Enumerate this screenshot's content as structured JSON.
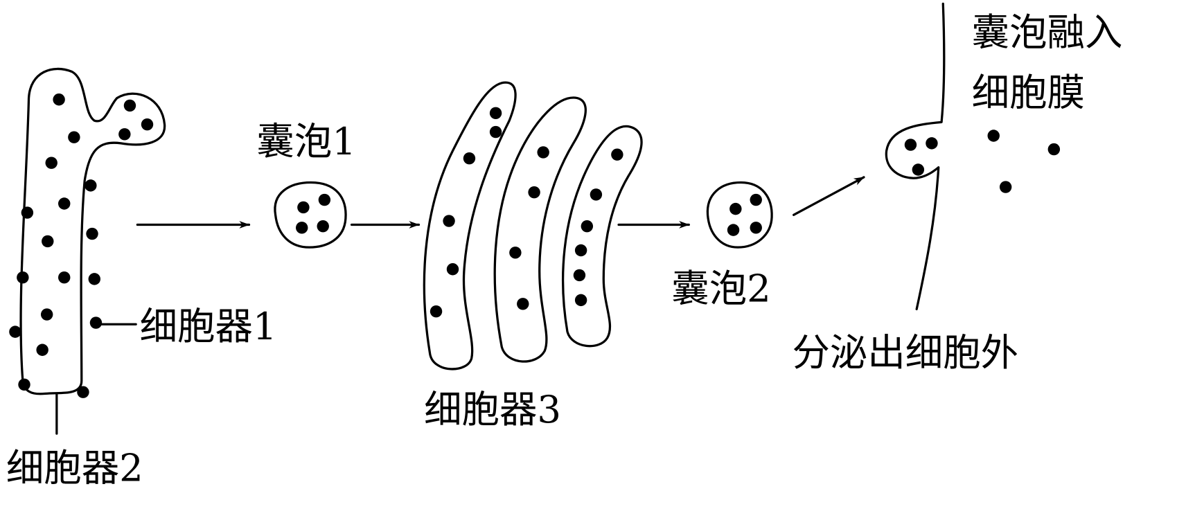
{
  "labels": {
    "vesicle1": "囊泡1",
    "organelle1": "细胞器1",
    "organelle2": "细胞器2",
    "organelle3": "细胞器3",
    "vesicle2": "囊泡2",
    "secreted": "分泌出细胞外",
    "fusion_line1": "囊泡融入",
    "fusion_line2": "细胞膜"
  },
  "colors": {
    "ink": "#000000",
    "background": "#ffffff"
  }
}
